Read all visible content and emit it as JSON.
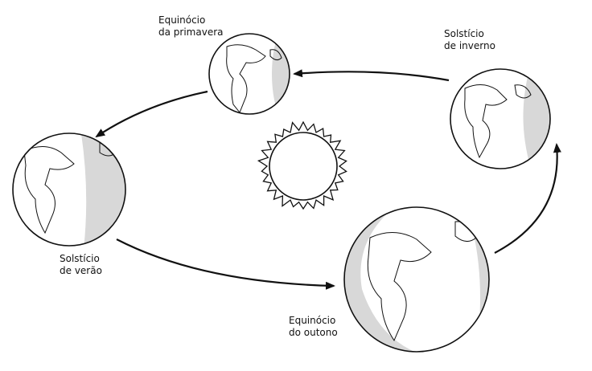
{
  "labels": {
    "spring": [
      "Equinócio",
      "da primavera"
    ],
    "winter": [
      "Solstício",
      "de inverno"
    ],
    "summer": [
      "Solstício",
      "de verão"
    ],
    "autumn": [
      "Equinócio",
      "do outono"
    ]
  },
  "colors": {
    "line": "#111111",
    "shade": "#d8d8d8",
    "background": "#ffffff"
  }
}
